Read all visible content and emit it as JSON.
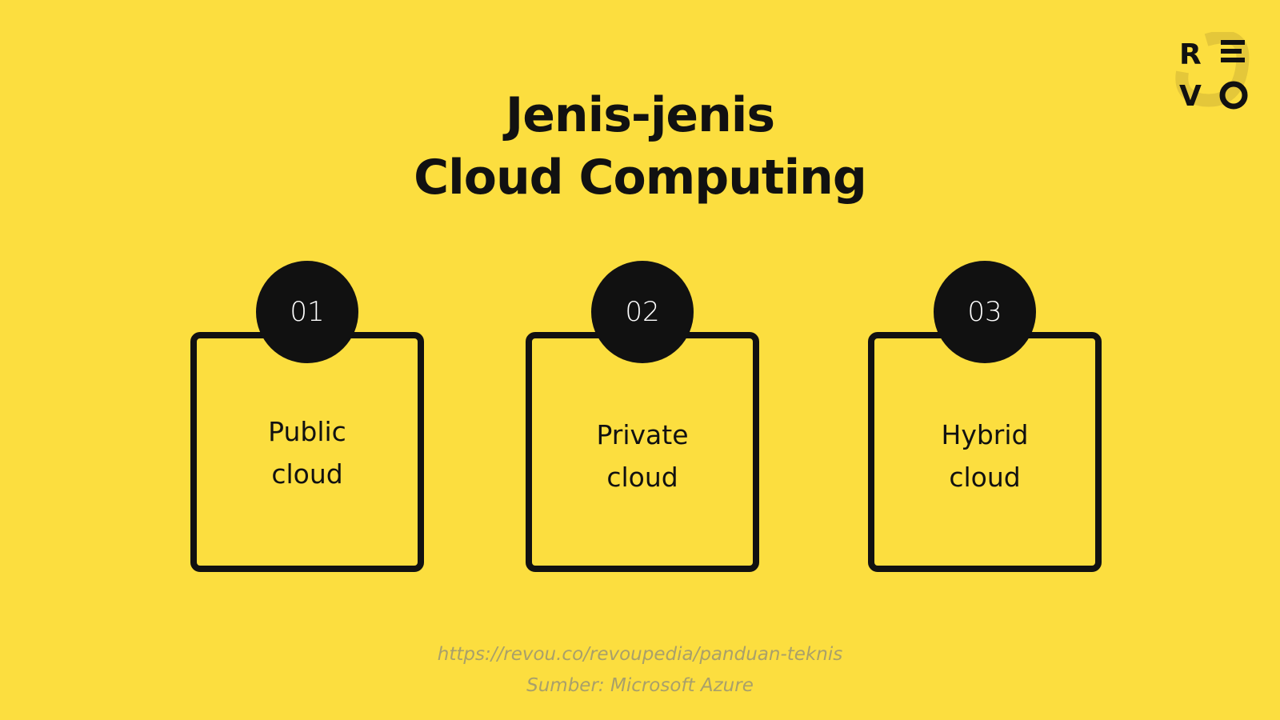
{
  "logo": {
    "text": "REVO"
  },
  "title": {
    "line1": "Jenis-jenis",
    "line2": "Cloud Computing"
  },
  "cards": [
    {
      "number": "01",
      "line1": "Public",
      "line2": "cloud"
    },
    {
      "number": "02",
      "line1": "Private",
      "line2": "cloud"
    },
    {
      "number": "03",
      "line1": "Hybrid",
      "line2": "cloud"
    }
  ],
  "footer": {
    "url": "https://revou.co/revoupedia/panduan-teknis",
    "source": "Sumber: Microsoft Azure"
  },
  "colors": {
    "background": "#fcde3f",
    "foreground": "#111111",
    "footer": "#a9a06a"
  }
}
